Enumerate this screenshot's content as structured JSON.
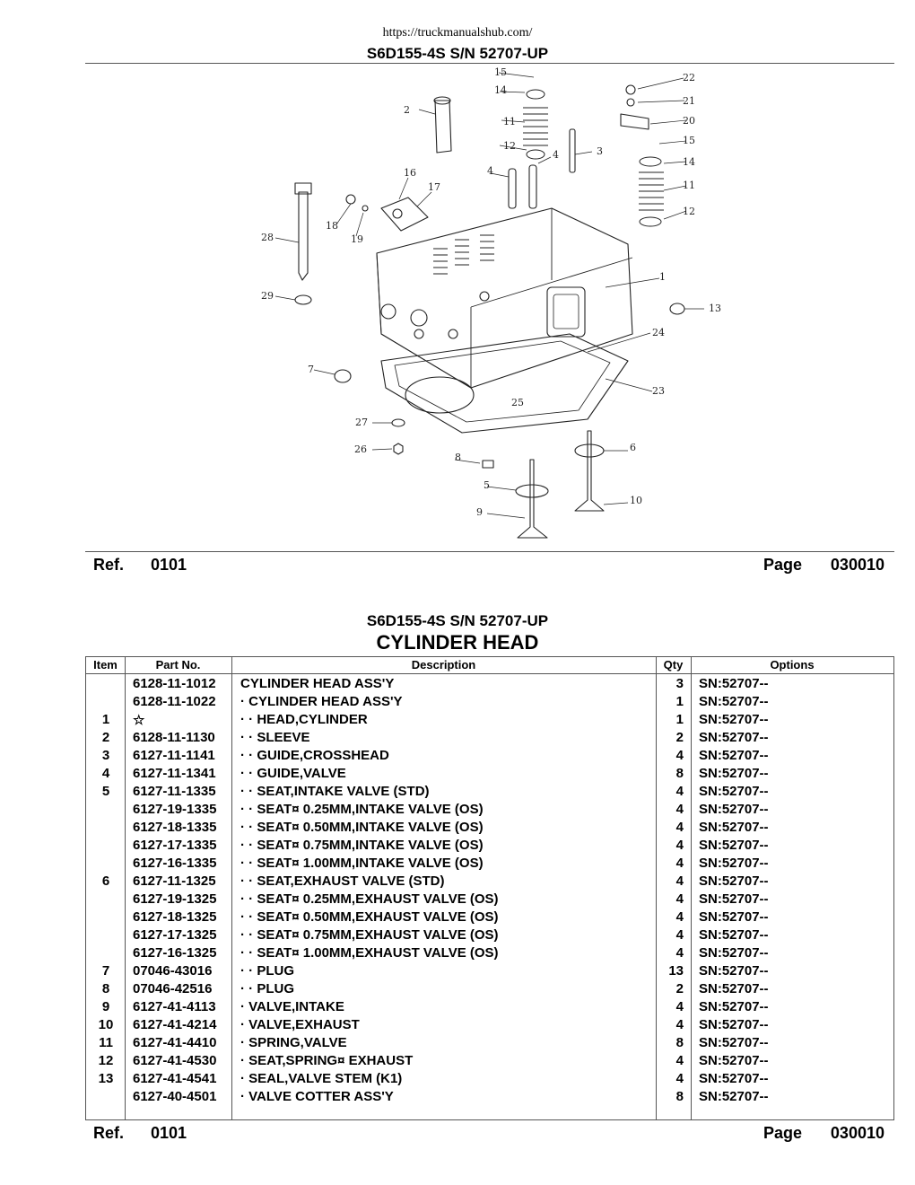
{
  "header": {
    "url": "https://truckmanualshub.com/",
    "model": "S6D155-4S S/N 52707-UP"
  },
  "diagram": {
    "callouts": [
      "1",
      "2",
      "3",
      "4",
      "4",
      "5",
      "6",
      "7",
      "8",
      "9",
      "10",
      "11",
      "11",
      "12",
      "12",
      "13",
      "14",
      "14",
      "15",
      "15",
      "16",
      "17",
      "18",
      "19",
      "20",
      "21",
      "22",
      "23",
      "24",
      "25",
      "26",
      "27",
      "28",
      "29"
    ]
  },
  "ref_bar": {
    "ref_label": "Ref.",
    "ref_value": "0101",
    "page_label": "Page",
    "page_value": "030010"
  },
  "section": {
    "model": "S6D155-4S S/N 52707-UP",
    "title": "CYLINDER HEAD"
  },
  "table": {
    "headers": {
      "item": "Item",
      "part_no": "Part No.",
      "description": "Description",
      "qty": "Qty",
      "options": "Options"
    },
    "rows": [
      {
        "item": "",
        "part_no": "6128-11-1012",
        "description": "CYLINDER HEAD ASS'Y",
        "qty": "3",
        "options": "SN:52707--"
      },
      {
        "item": "",
        "part_no": "6128-11-1022",
        "description": "· CYLINDER HEAD ASS'Y",
        "qty": "1",
        "options": "SN:52707--"
      },
      {
        "item": "1",
        "part_no": "☆",
        "description": "· · HEAD,CYLINDER",
        "qty": "1",
        "options": "SN:52707--"
      },
      {
        "item": "2",
        "part_no": "6128-11-1130",
        "description": "· · SLEEVE",
        "qty": "2",
        "options": "SN:52707--"
      },
      {
        "item": "3",
        "part_no": "6127-11-1141",
        "description": "· · GUIDE,CROSSHEAD",
        "qty": "4",
        "options": "SN:52707--"
      },
      {
        "item": "4",
        "part_no": "6127-11-1341",
        "description": "· · GUIDE,VALVE",
        "qty": "8",
        "options": "SN:52707--"
      },
      {
        "item": "5",
        "part_no": "6127-11-1335",
        "description": "· · SEAT,INTAKE VALVE (STD)",
        "qty": "4",
        "options": "SN:52707--"
      },
      {
        "item": "",
        "part_no": "6127-19-1335",
        "description": "· · SEAT¤ 0.25MM,INTAKE VALVE (OS)",
        "qty": "4",
        "options": "SN:52707--"
      },
      {
        "item": "",
        "part_no": "6127-18-1335",
        "description": "· · SEAT¤ 0.50MM,INTAKE VALVE (OS)",
        "qty": "4",
        "options": "SN:52707--"
      },
      {
        "item": "",
        "part_no": "6127-17-1335",
        "description": "· · SEAT¤ 0.75MM,INTAKE VALVE (OS)",
        "qty": "4",
        "options": "SN:52707--"
      },
      {
        "item": "",
        "part_no": "6127-16-1335",
        "description": "· · SEAT¤ 1.00MM,INTAKE VALVE (OS)",
        "qty": "4",
        "options": "SN:52707--"
      },
      {
        "item": "6",
        "part_no": "6127-11-1325",
        "description": "· · SEAT,EXHAUST VALVE (STD)",
        "qty": "4",
        "options": "SN:52707--"
      },
      {
        "item": "",
        "part_no": "6127-19-1325",
        "description": "· · SEAT¤ 0.25MM,EXHAUST VALVE (OS)",
        "qty": "4",
        "options": "SN:52707--"
      },
      {
        "item": "",
        "part_no": "6127-18-1325",
        "description": "· · SEAT¤ 0.50MM,EXHAUST VALVE (OS)",
        "qty": "4",
        "options": "SN:52707--"
      },
      {
        "item": "",
        "part_no": "6127-17-1325",
        "description": "· · SEAT¤ 0.75MM,EXHAUST VALVE (OS)",
        "qty": "4",
        "options": "SN:52707--"
      },
      {
        "item": "",
        "part_no": "6127-16-1325",
        "description": "· · SEAT¤ 1.00MM,EXHAUST VALVE (OS)",
        "qty": "4",
        "options": "SN:52707--"
      },
      {
        "item": "7",
        "part_no": "07046-43016",
        "description": "· · PLUG",
        "qty": "13",
        "options": "SN:52707--"
      },
      {
        "item": "8",
        "part_no": "07046-42516",
        "description": "· · PLUG",
        "qty": "2",
        "options": "SN:52707--"
      },
      {
        "item": "9",
        "part_no": "6127-41-4113",
        "description": "· VALVE,INTAKE",
        "qty": "4",
        "options": "SN:52707--"
      },
      {
        "item": "10",
        "part_no": "6127-41-4214",
        "description": "· VALVE,EXHAUST",
        "qty": "4",
        "options": "SN:52707--"
      },
      {
        "item": "11",
        "part_no": "6127-41-4410",
        "description": "· SPRING,VALVE",
        "qty": "8",
        "options": "SN:52707--"
      },
      {
        "item": "12",
        "part_no": "6127-41-4530",
        "description": "· SEAT,SPRING¤ EXHAUST",
        "qty": "4",
        "options": "SN:52707--"
      },
      {
        "item": "13",
        "part_no": "6127-41-4541",
        "description": "· SEAL,VALVE STEM (K1)",
        "qty": "4",
        "options": "SN:52707--"
      },
      {
        "item": "",
        "part_no": "6127-40-4501",
        "description": "· VALVE COTTER ASS'Y",
        "qty": "8",
        "options": "SN:52707--"
      }
    ]
  }
}
